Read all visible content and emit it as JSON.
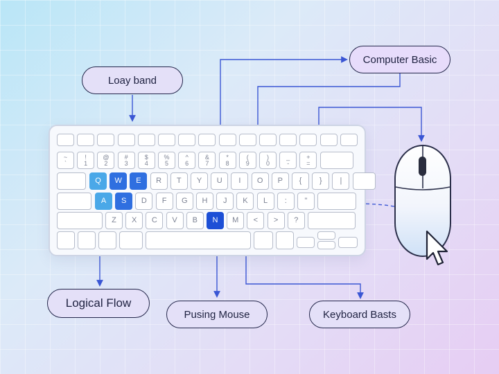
{
  "labels": {
    "top_left": "Loay band",
    "top_right": "Computer Basic",
    "bottom_left": "Logical Flow",
    "bottom_center": "Pusing Mouse",
    "bottom_right": "Keyboard Basts"
  },
  "keyboard": {
    "number_row": [
      {
        "top": "~",
        "bot": "`"
      },
      {
        "top": "!",
        "bot": "1"
      },
      {
        "top": "@",
        "bot": "2"
      },
      {
        "top": "#",
        "bot": "3"
      },
      {
        "top": "$",
        "bot": "4"
      },
      {
        "top": "%",
        "bot": "5"
      },
      {
        "top": "^",
        "bot": "6"
      },
      {
        "top": "&",
        "bot": "7"
      },
      {
        "top": "*",
        "bot": "8"
      },
      {
        "top": "(",
        "bot": "9"
      },
      {
        "top": ")",
        "bot": "0"
      },
      {
        "top": "_",
        "bot": "-"
      },
      {
        "top": "+",
        "bot": "="
      }
    ],
    "row_q": [
      "Q",
      "W",
      "E",
      "R",
      "T",
      "Y",
      "U",
      "I",
      "O",
      "P",
      "{",
      "}",
      "|"
    ],
    "row_a": [
      "A",
      "S",
      "D",
      "F",
      "G",
      "H",
      "J",
      "K",
      "L",
      ":",
      "\""
    ],
    "row_z": [
      "Z",
      "X",
      "C",
      "V",
      "B",
      "N",
      "M",
      "<",
      ">",
      "?"
    ],
    "highlighted": [
      "Q",
      "W",
      "E",
      "A",
      "S",
      "N"
    ]
  },
  "colors": {
    "connector": "#3a56d4",
    "highlight": "#2f6fe0",
    "highlight_light": "#4aa8e8",
    "pill_purple": "#e7dcfb",
    "pill_lilac": "#e4e0f8"
  }
}
